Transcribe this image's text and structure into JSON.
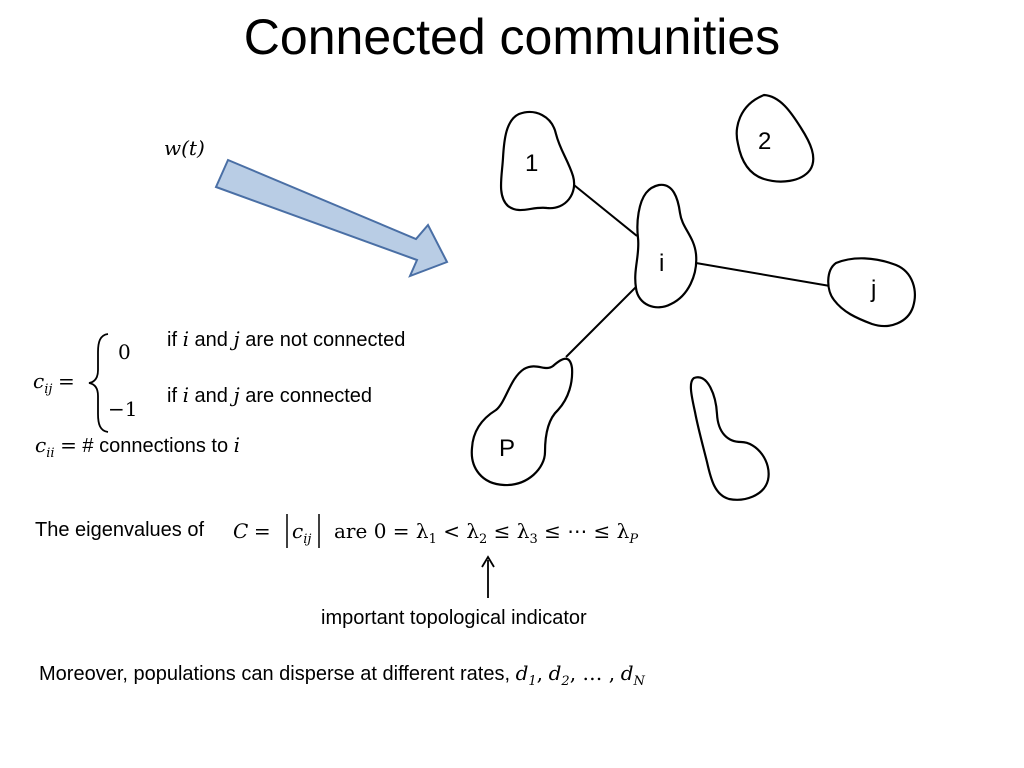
{
  "title": "Connected communities",
  "input_label": "w(t)",
  "nodes": [
    {
      "id": "1",
      "label": "1"
    },
    {
      "id": "2",
      "label": "2"
    },
    {
      "id": "i",
      "label": "i"
    },
    {
      "id": "j",
      "label": "j"
    },
    {
      "id": "P",
      "label": "P"
    }
  ],
  "definition": {
    "lhs": "c",
    "lhs_sub": "ij",
    "eq": "=",
    "case1_value": "0",
    "case1_text_pre": "if",
    "case1_i": "i",
    "case1_and": "and",
    "case1_j": "j",
    "case1_text_post": "are not connected",
    "case2_value": "−1",
    "case2_text_pre": "if",
    "case2_i": "i",
    "case2_and": "and",
    "case2_j": "j",
    "case2_text_post": "are connected",
    "diag_lhs": "c",
    "diag_sub": "ii",
    "diag_eq": "=",
    "diag_text": "# connections to",
    "diag_i": "i"
  },
  "eigen": {
    "prefix": "The eigenvalues of",
    "C": "C",
    "eq1": "=",
    "c": "c",
    "c_sub": "ij",
    "are": "are",
    "chain_start": "0 = λ",
    "s1": "1",
    "lt": " < λ",
    "s2": "2",
    "le1": " ≤ λ",
    "s3": "3",
    "rest": " ≤ ⋯ ≤ λ",
    "sP": "P"
  },
  "indicator_label": "important topological indicator",
  "dispersal": {
    "text": "Moreover, populations can disperse at different rates,",
    "d": "d",
    "s1": "1",
    "s2": "2",
    "ellipsis": ", … ,",
    "sN": "N"
  },
  "colors": {
    "arrow_fill": "#b9cde5",
    "arrow_stroke": "#4a6fa5"
  }
}
